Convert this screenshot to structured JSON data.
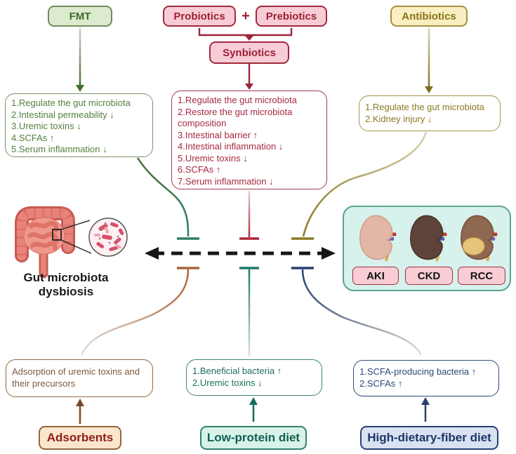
{
  "interventions_top": {
    "fmt": "FMT",
    "probiotics": "Probiotics",
    "plus": "+",
    "prebiotics": "Prebiotics",
    "synbiotics": "Synbiotics",
    "antibiotics": "Antibiotics"
  },
  "effects": {
    "fmt": [
      "1.Regulate the gut microbiota",
      "2.Intestinal permeability ↓",
      "3.Uremic toxins ↓",
      "4.SCFAs ↑",
      "5.Serum inflammation ↓"
    ],
    "synbiotics": [
      "1.Regulate the gut microbiota",
      "2.Restore the gut microbiota composition",
      "3.Intestinal barrier ↑",
      "4.Intestinal inflammation ↓",
      "5.Uremic toxins ↓",
      "6.SCFAs ↑",
      "7.Serum inflammation ↓"
    ],
    "antibiotics": [
      "1.Regulate the gut microbiota",
      "2.Kidney injury ↓"
    ],
    "adsorbents": "Adsorption of uremic toxins and their precursors",
    "low_protein": [
      "1.Beneficial bacteria ↑",
      "2.Uremic toxins ↓"
    ],
    "high_fiber": [
      "1.SCFA-producing bacteria ↑",
      "2.SCFAs ↑"
    ]
  },
  "center": {
    "gut_label_line1": "Gut microbiota",
    "gut_label_line2": "dysbiosis"
  },
  "kidney_panel": {
    "labels": [
      "AKI",
      "CKD",
      "RCC"
    ]
  },
  "interventions_bottom": {
    "adsorbents": "Adsorbents",
    "low_protein": "Low-protein diet",
    "high_fiber": "High-dietary-fiber diet"
  },
  "colors": {
    "green_dark": "#3d6b2a",
    "red_dark": "#9c2035",
    "olive_dark": "#8a7a25",
    "brown_dark": "#8f6a40",
    "teal_dark": "#1c6e60",
    "navy_dark": "#2a4679",
    "panel_bg": "#d7f1ec",
    "pink_bg": "#f8ccd6",
    "intestine": "#e8837a",
    "bacteria": "#d4526b",
    "tumor": "#e6c47c"
  }
}
